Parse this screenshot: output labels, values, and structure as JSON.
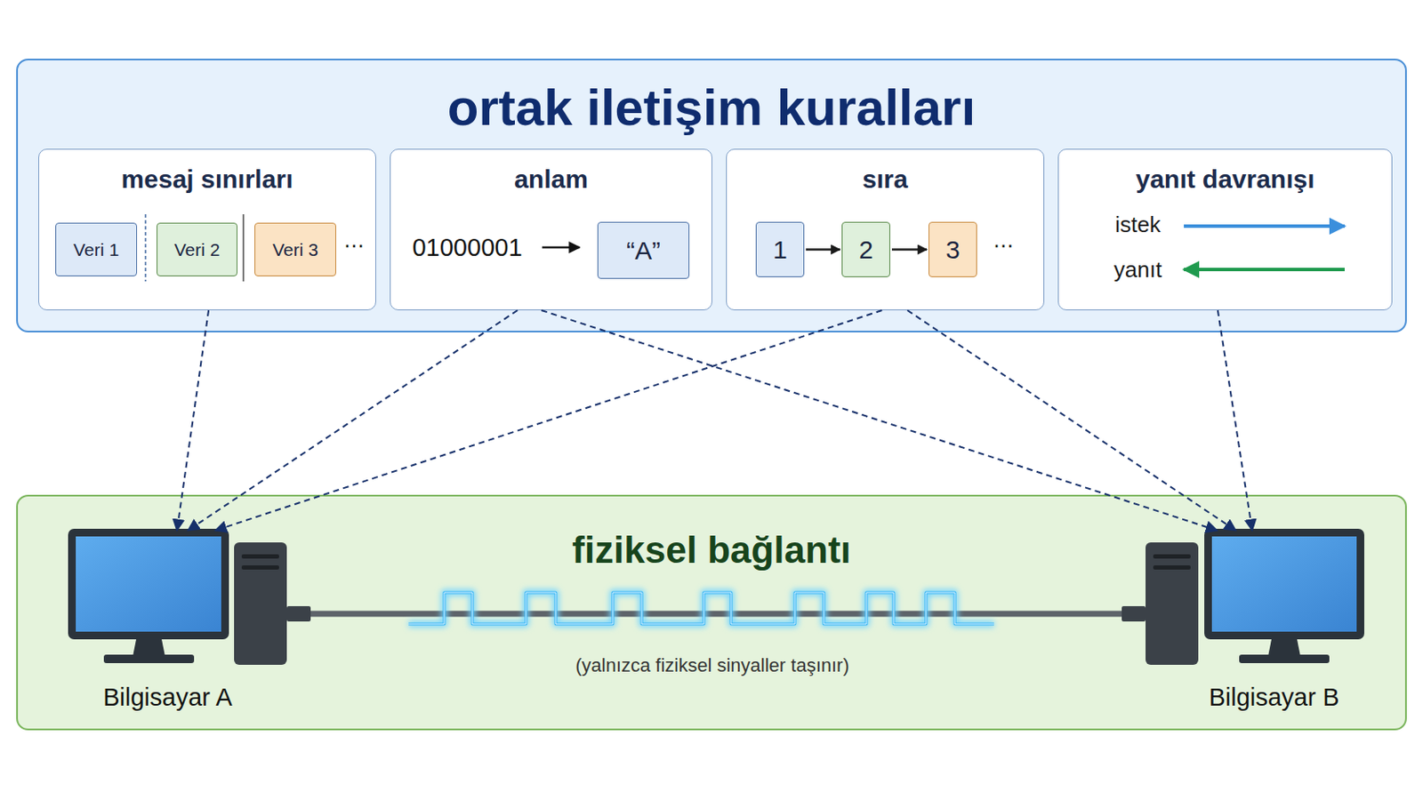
{
  "diagram": {
    "nodes": [
      {
        "text": [
          "ortak iletişim kuralları"
        ]
      },
      {
        "text": [
          "mesaj sınırları"
        ],
        "in": 0
      },
      {
        "text": [
          "Veri 1"
        ],
        "in": 1
      },
      {
        "text": [
          "Veri 2"
        ],
        "in": 1
      },
      {
        "text": [
          "Veri 3"
        ],
        "in": 1
      },
      {
        "text": [
          "anlam"
        ],
        "in": 0
      },
      {
        "text": [
          "“A”"
        ],
        "in": 5
      },
      {
        "text": [
          "sıra"
        ],
        "in": 0
      },
      {
        "text": [
          "1"
        ],
        "in": 7
      },
      {
        "text": [
          "2"
        ],
        "in": 7
      },
      {
        "text": [
          "3"
        ],
        "in": 7
      },
      {
        "text": [
          "yanıt davranışı"
        ],
        "in": 0
      },
      {
        "text": [
          "fiziksel bağlantı"
        ]
      },
      {
        "text": [
          "Bilgisayar A"
        ],
        "in": 12
      },
      {
        "text": [
          "Bilgisayar B"
        ],
        "in": 12
      }
    ],
    "edges": [
      {
        "from": 8,
        "to": 9,
        "arrow": "to"
      },
      {
        "from": 9,
        "to": 10,
        "arrow": "to"
      },
      {
        "from": 1,
        "to": 13,
        "arrow": "to"
      },
      {
        "from": 5,
        "to": 13,
        "arrow": "to"
      },
      {
        "from": 5,
        "to": 14,
        "arrow": "to"
      },
      {
        "from": 7,
        "to": 13,
        "arrow": "to"
      },
      {
        "from": 7,
        "to": 14,
        "arrow": "to"
      },
      {
        "from": 11,
        "to": 14,
        "arrow": "to"
      }
    ],
    "labels": [
      "⋯",
      "01000001",
      "⋯",
      "istek",
      "yanıt",
      "(yalnızca fiziksel sinyaller taşınır)"
    ]
  }
}
